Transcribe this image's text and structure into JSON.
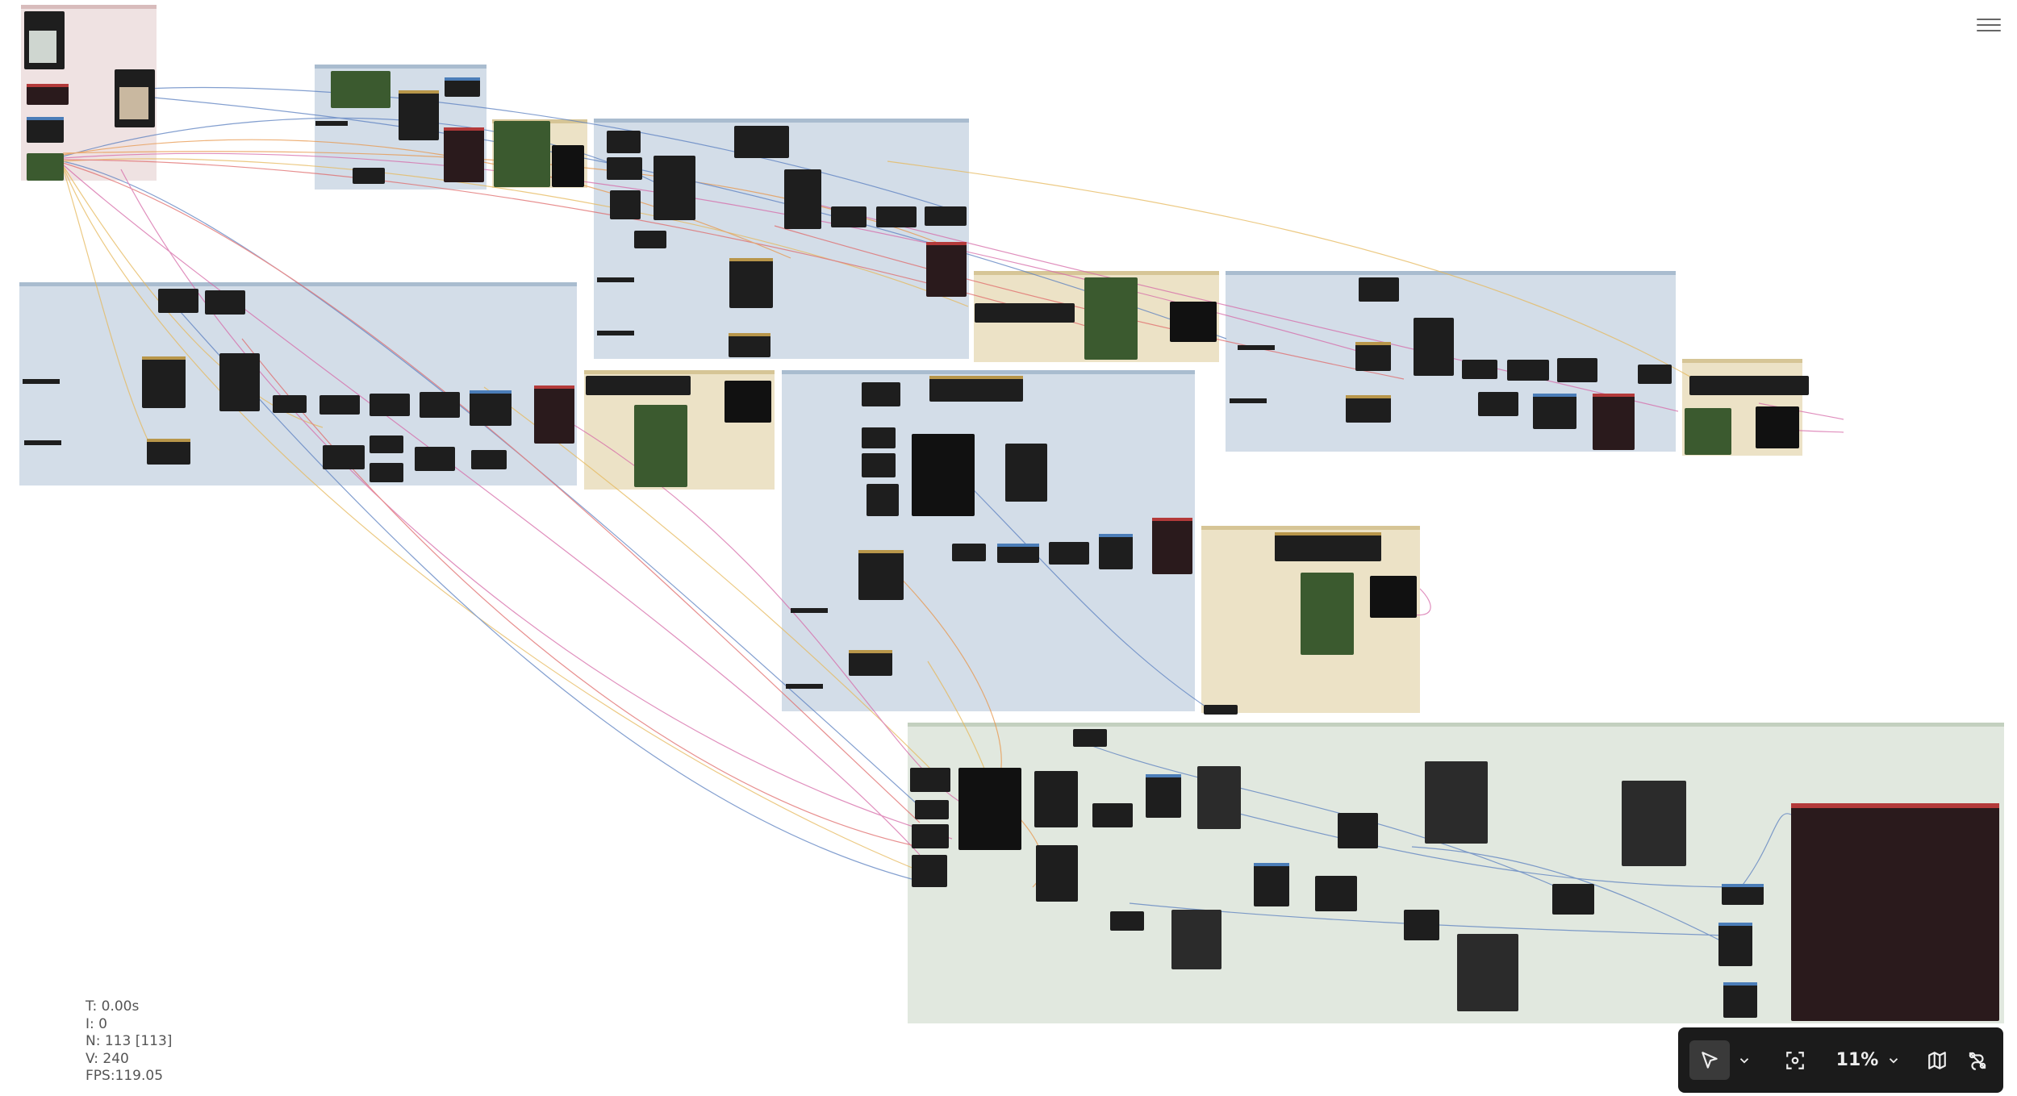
{
  "stats": {
    "time": "T: 0.00s",
    "iterations": "I: 0",
    "nodes": "N: 113 [113]",
    "vertices": "V: 240",
    "fps": "FPS:119.05"
  },
  "toolbar": {
    "zoom": "11%",
    "icons": [
      "select-pointer-icon",
      "chevron-down-icon",
      "fit-view-icon",
      "zoom-chevron-icon",
      "minimap-icon",
      "hide-links-icon"
    ]
  },
  "colors": {
    "group_blue": "#d3dde8",
    "group_tan": "#ece2c6",
    "group_pink": "#efe2e2",
    "group_green": "#e1e8df",
    "node_dark": "#1e1e1e",
    "node_olive": "#3b5a2f",
    "node_maroon": "#2a1a1c",
    "header_tan": "#b8964a",
    "header_red": "#b33a3a",
    "header_blue": "#4b7db8"
  }
}
